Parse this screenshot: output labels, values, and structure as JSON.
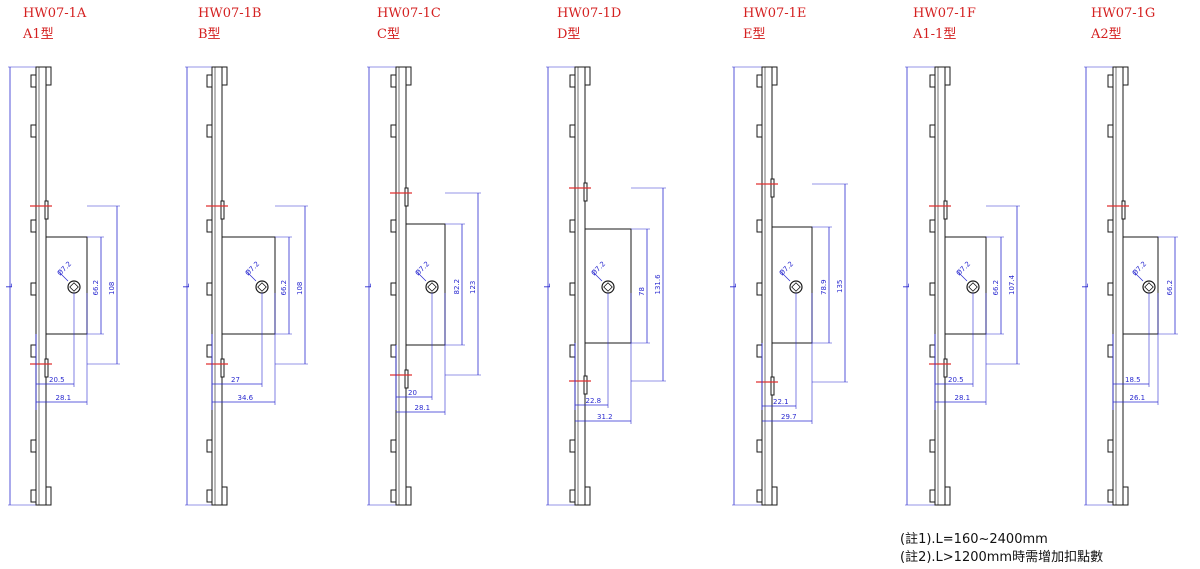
{
  "drawings": [
    {
      "code": "HW07-1A",
      "type": "A1型",
      "length_label": "L",
      "dia_label": "Ø7.2",
      "lower_hook": true,
      "heights": [
        {
          "label": "66.2"
        },
        {
          "label": "108"
        }
      ],
      "offsets": [
        {
          "label": "20.5"
        },
        {
          "label": "28.1"
        }
      ]
    },
    {
      "code": "HW07-1B",
      "type": "B型",
      "length_label": "L",
      "dia_label": "Ø7.2",
      "lower_hook": true,
      "heights": [
        {
          "label": "66.2"
        },
        {
          "label": "108"
        }
      ],
      "offsets": [
        {
          "label": "27"
        },
        {
          "label": "34.6"
        }
      ]
    },
    {
      "code": "HW07-1C",
      "type": "C型",
      "length_label": "L",
      "dia_label": "Ø7.2",
      "lower_hook": true,
      "heights": [
        {
          "label": "82.2"
        },
        {
          "label": "123"
        }
      ],
      "offsets": [
        {
          "label": "20"
        },
        {
          "label": "28.1"
        }
      ]
    },
    {
      "code": "HW07-1D",
      "type": "D型",
      "length_label": "L",
      "dia_label": "Ø7.2",
      "lower_hook": true,
      "heights": [
        {
          "label": "78"
        },
        {
          "label": "131.6"
        }
      ],
      "offsets": [
        {
          "label": "22.8"
        },
        {
          "label": "31.2"
        }
      ]
    },
    {
      "code": "HW07-1E",
      "type": "E型",
      "length_label": "L",
      "dia_label": "Ø7.2",
      "lower_hook": true,
      "heights": [
        {
          "label": "78.9"
        },
        {
          "label": "135"
        }
      ],
      "offsets": [
        {
          "label": "22.1"
        },
        {
          "label": "29.7"
        }
      ]
    },
    {
      "code": "HW07-1F",
      "type": "A1-1型",
      "length_label": "L",
      "dia_label": "Ø7.2",
      "lower_hook": true,
      "heights": [
        {
          "label": "66.2"
        },
        {
          "label": "107.4"
        }
      ],
      "offsets": [
        {
          "label": "20.5"
        },
        {
          "label": "28.1"
        }
      ]
    },
    {
      "code": "HW07-1G",
      "type": "A2型",
      "length_label": "L",
      "dia_label": "Ø7.2",
      "lower_hook": false,
      "heights": [
        {
          "label": "66.2"
        }
      ],
      "offsets": [
        {
          "label": "18.5"
        },
        {
          "label": "26.1"
        }
      ]
    }
  ],
  "notes": {
    "note1": "(註1).L=160~2400mm",
    "note2": "(註2).L>1200mm時需增加扣點數"
  },
  "colors": {
    "label_red": "#d42020",
    "dim_blue": "#2a2ad0",
    "outline": "#1a1a1a",
    "marker_red": "#e03030"
  }
}
